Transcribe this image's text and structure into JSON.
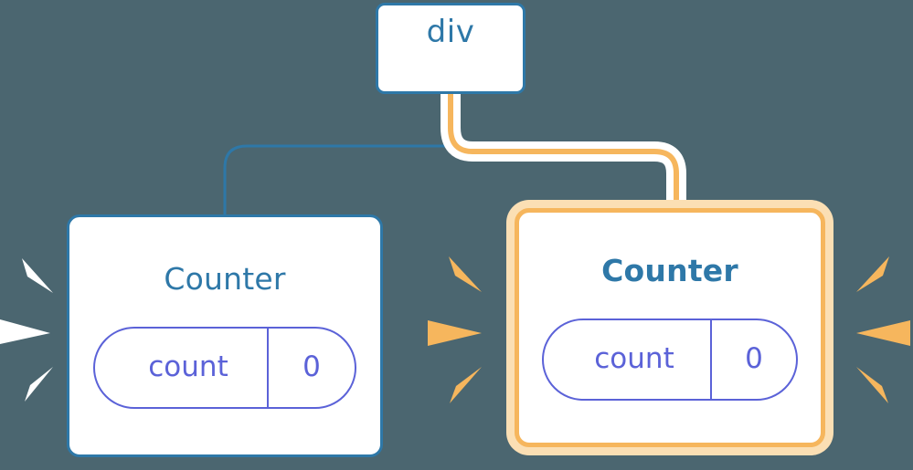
{
  "diagram": {
    "type": "component-tree",
    "background_color": "#4b6670",
    "title": "React component tree re-render highlight"
  },
  "colors": {
    "blue": "#2e78a8",
    "orange": "#f6b65d",
    "orange_halo": "#fbdfb4",
    "purple": "#5b62d8",
    "white": "#ffffff",
    "background": "#4b6670"
  },
  "nodes": {
    "root": {
      "label": "div",
      "highlighted": false
    },
    "counter_left": {
      "title": "Counter",
      "highlighted": false,
      "state": {
        "key": "count",
        "value": "0"
      }
    },
    "counter_right": {
      "title": "Counter",
      "highlighted": true,
      "state": {
        "key": "count",
        "value": "0"
      }
    }
  },
  "edges": [
    {
      "name": "div-to-counter-left",
      "from": "root",
      "to": "counter_left",
      "color": "#2e78a8",
      "highlighted": false
    },
    {
      "name": "div-to-counter-right",
      "from": "root",
      "to": "counter_right",
      "color": "#f6b65d",
      "highlighted": true
    }
  ],
  "sparks": {
    "counter_left_burst": {
      "color": "#ffffff",
      "count": 3,
      "side": "left"
    },
    "counter_right_burst_left": {
      "color": "#f6b65d",
      "count": 3,
      "side": "left"
    },
    "counter_right_burst_right": {
      "color": "#f6b65d",
      "count": 3,
      "side": "right"
    }
  }
}
